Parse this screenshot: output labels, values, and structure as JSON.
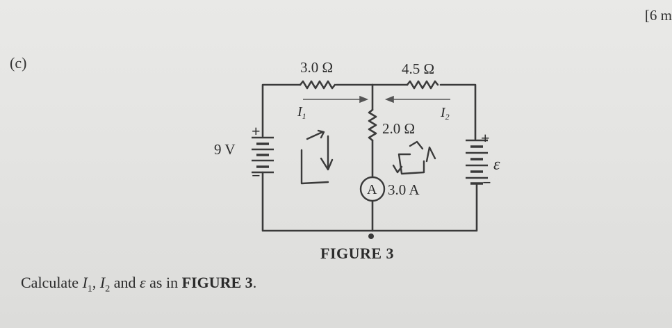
{
  "header": {
    "marks_label": "[6 m"
  },
  "question": {
    "part_label": "(c)",
    "prefix": "Calculate ",
    "var_i1": "I",
    "sub_1": "1",
    "sep": ", ",
    "var_i2": "I",
    "sub_2": "2",
    "conj": " and ",
    "var_emf": "ε",
    "suffix_plain": " as in ",
    "suffix_bold": "FIGURE 3",
    "suffix_end": "."
  },
  "figure": {
    "caption": "FIGURE 3",
    "resistor_left": "3.0 Ω",
    "resistor_right": "4.5 Ω",
    "resistor_middle": "2.0 Ω",
    "battery_left": "9 V",
    "emf_symbol": "ε",
    "ammeter_symbol": "A",
    "ammeter_reading": "3.0 A",
    "current_1": "I",
    "current_1_sub": "1",
    "current_2": "I",
    "current_2_sub": "2",
    "plus_sign": "+",
    "minus_sign": "−"
  }
}
